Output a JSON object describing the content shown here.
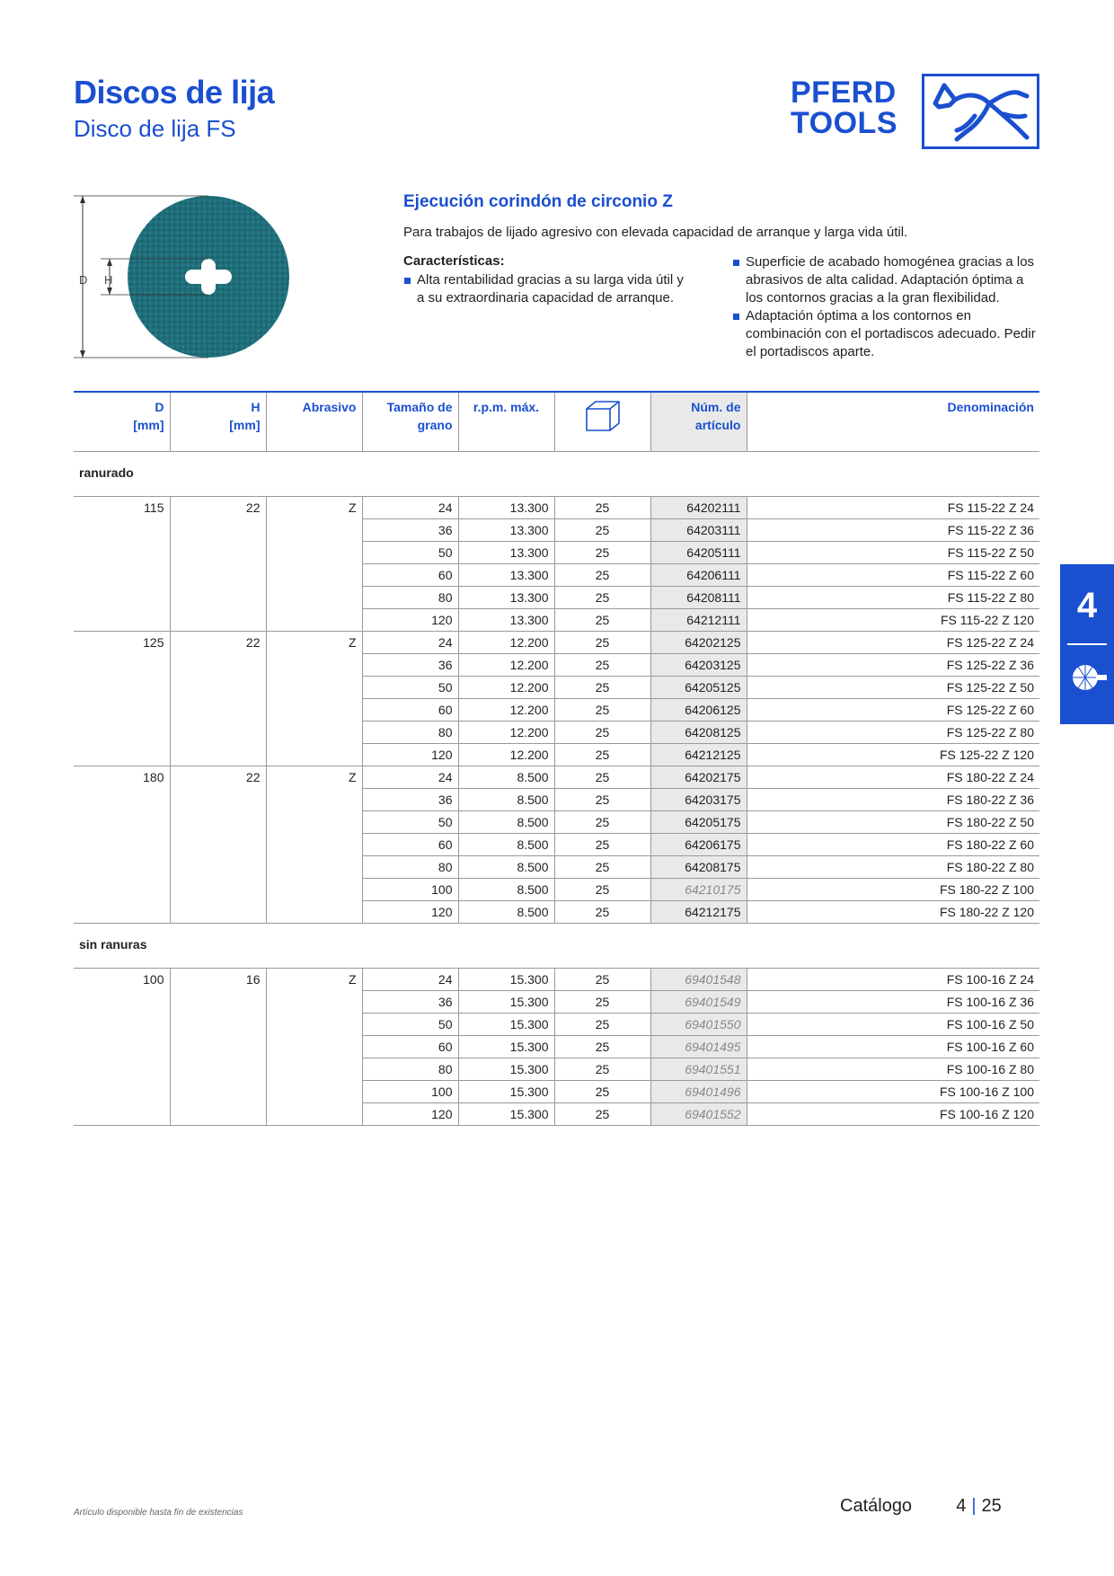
{
  "header": {
    "title": "Discos de lija",
    "subtitle": "Disco de lija FS"
  },
  "logo": {
    "line1": "PFERD",
    "line2": "TOOLS"
  },
  "figure": {
    "label_d": "D",
    "label_h": "H"
  },
  "section": {
    "title": "Ejecución corindón de circonio Z",
    "description": "Para trabajos de lijado agresivo con elevada capacidad de arranque y larga vida útil.",
    "features_heading": "Características:",
    "features_left": [
      "Alta rentabilidad gracias a su larga vida útil y a su extraordinaria capacidad de arranque."
    ],
    "features_right": [
      "Superficie de acabado homogénea gracias a los abrasivos de alta calidad. Adaptación óptima a los contornos gracias a la gran flexibilidad.",
      "Adaptación óptima a los contornos en combinación con el portadiscos adecuado. Pedir el portadiscos aparte."
    ]
  },
  "table": {
    "headers": {
      "d_line1": "D",
      "d_line2": "[mm]",
      "h_line1": "H",
      "h_line2": "[mm]",
      "abrasivo": "Abrasivo",
      "grano_line1": "Tamaño de",
      "grano_line2": "grano",
      "rpm": "r.p.m. máx.",
      "art_line1": "Núm. de",
      "art_line2": "artículo",
      "denominacion": "Denominación"
    },
    "groups": [
      {
        "caption": "ranurado",
        "rows": [
          {
            "d": "115",
            "h": "22",
            "abr": "Z",
            "grit": "24",
            "rpm": "13.300",
            "pack": "25",
            "art": "64202111",
            "name": "FS 115-22 Z 24",
            "italic": false
          },
          {
            "d": "",
            "h": "",
            "abr": "",
            "grit": "36",
            "rpm": "13.300",
            "pack": "25",
            "art": "64203111",
            "name": "FS 115-22 Z 36",
            "italic": false
          },
          {
            "d": "",
            "h": "",
            "abr": "",
            "grit": "50",
            "rpm": "13.300",
            "pack": "25",
            "art": "64205111",
            "name": "FS 115-22 Z 50",
            "italic": false
          },
          {
            "d": "",
            "h": "",
            "abr": "",
            "grit": "60",
            "rpm": "13.300",
            "pack": "25",
            "art": "64206111",
            "name": "FS 115-22 Z 60",
            "italic": false
          },
          {
            "d": "",
            "h": "",
            "abr": "",
            "grit": "80",
            "rpm": "13.300",
            "pack": "25",
            "art": "64208111",
            "name": "FS 115-22 Z 80",
            "italic": false
          },
          {
            "d": "",
            "h": "",
            "abr": "",
            "grit": "120",
            "rpm": "13.300",
            "pack": "25",
            "art": "64212111",
            "name": "FS 115-22 Z 120",
            "italic": false
          },
          {
            "d": "125",
            "h": "22",
            "abr": "Z",
            "grit": "24",
            "rpm": "12.200",
            "pack": "25",
            "art": "64202125",
            "name": "FS 125-22 Z 24",
            "italic": false
          },
          {
            "d": "",
            "h": "",
            "abr": "",
            "grit": "36",
            "rpm": "12.200",
            "pack": "25",
            "art": "64203125",
            "name": "FS 125-22 Z 36",
            "italic": false
          },
          {
            "d": "",
            "h": "",
            "abr": "",
            "grit": "50",
            "rpm": "12.200",
            "pack": "25",
            "art": "64205125",
            "name": "FS 125-22 Z 50",
            "italic": false
          },
          {
            "d": "",
            "h": "",
            "abr": "",
            "grit": "60",
            "rpm": "12.200",
            "pack": "25",
            "art": "64206125",
            "name": "FS 125-22 Z 60",
            "italic": false
          },
          {
            "d": "",
            "h": "",
            "abr": "",
            "grit": "80",
            "rpm": "12.200",
            "pack": "25",
            "art": "64208125",
            "name": "FS 125-22 Z 80",
            "italic": false
          },
          {
            "d": "",
            "h": "",
            "abr": "",
            "grit": "120",
            "rpm": "12.200",
            "pack": "25",
            "art": "64212125",
            "name": "FS 125-22 Z 120",
            "italic": false
          },
          {
            "d": "180",
            "h": "22",
            "abr": "Z",
            "grit": "24",
            "rpm": "8.500",
            "pack": "25",
            "art": "64202175",
            "name": "FS 180-22 Z 24",
            "italic": false
          },
          {
            "d": "",
            "h": "",
            "abr": "",
            "grit": "36",
            "rpm": "8.500",
            "pack": "25",
            "art": "64203175",
            "name": "FS 180-22 Z 36",
            "italic": false
          },
          {
            "d": "",
            "h": "",
            "abr": "",
            "grit": "50",
            "rpm": "8.500",
            "pack": "25",
            "art": "64205175",
            "name": "FS 180-22 Z 50",
            "italic": false
          },
          {
            "d": "",
            "h": "",
            "abr": "",
            "grit": "60",
            "rpm": "8.500",
            "pack": "25",
            "art": "64206175",
            "name": "FS 180-22 Z 60",
            "italic": false
          },
          {
            "d": "",
            "h": "",
            "abr": "",
            "grit": "80",
            "rpm": "8.500",
            "pack": "25",
            "art": "64208175",
            "name": "FS 180-22 Z 80",
            "italic": false
          },
          {
            "d": "",
            "h": "",
            "abr": "",
            "grit": "100",
            "rpm": "8.500",
            "pack": "25",
            "art": "64210175",
            "name": "FS 180-22 Z 100",
            "italic": true
          },
          {
            "d": "",
            "h": "",
            "abr": "",
            "grit": "120",
            "rpm": "8.500",
            "pack": "25",
            "art": "64212175",
            "name": "FS 180-22 Z 120",
            "italic": false
          }
        ]
      },
      {
        "caption": "sin ranuras",
        "rows": [
          {
            "d": "100",
            "h": "16",
            "abr": "Z",
            "grit": "24",
            "rpm": "15.300",
            "pack": "25",
            "art": "69401548",
            "name": "FS 100-16 Z 24",
            "italic": true
          },
          {
            "d": "",
            "h": "",
            "abr": "",
            "grit": "36",
            "rpm": "15.300",
            "pack": "25",
            "art": "69401549",
            "name": "FS 100-16 Z 36",
            "italic": true
          },
          {
            "d": "",
            "h": "",
            "abr": "",
            "grit": "50",
            "rpm": "15.300",
            "pack": "25",
            "art": "69401550",
            "name": "FS 100-16 Z 50",
            "italic": true
          },
          {
            "d": "",
            "h": "",
            "abr": "",
            "grit": "60",
            "rpm": "15.300",
            "pack": "25",
            "art": "69401495",
            "name": "FS 100-16 Z 60",
            "italic": true
          },
          {
            "d": "",
            "h": "",
            "abr": "",
            "grit": "80",
            "rpm": "15.300",
            "pack": "25",
            "art": "69401551",
            "name": "FS 100-16 Z 80",
            "italic": true
          },
          {
            "d": "",
            "h": "",
            "abr": "",
            "grit": "100",
            "rpm": "15.300",
            "pack": "25",
            "art": "69401496",
            "name": "FS 100-16 Z 100",
            "italic": true
          },
          {
            "d": "",
            "h": "",
            "abr": "",
            "grit": "120",
            "rpm": "15.300",
            "pack": "25",
            "art": "69401552",
            "name": "FS 100-16 Z 120",
            "italic": true
          }
        ]
      }
    ]
  },
  "side_tab": {
    "number": "4"
  },
  "footer": {
    "note": "Artículo disponible hasta fin de existencias",
    "catalog": "Catálogo",
    "chapter": "4",
    "page": "25"
  },
  "colors": {
    "brand_blue": "#1a4fd0",
    "disc_teal": "#1f6e7a",
    "shade_gray": "#e9e9e9"
  }
}
